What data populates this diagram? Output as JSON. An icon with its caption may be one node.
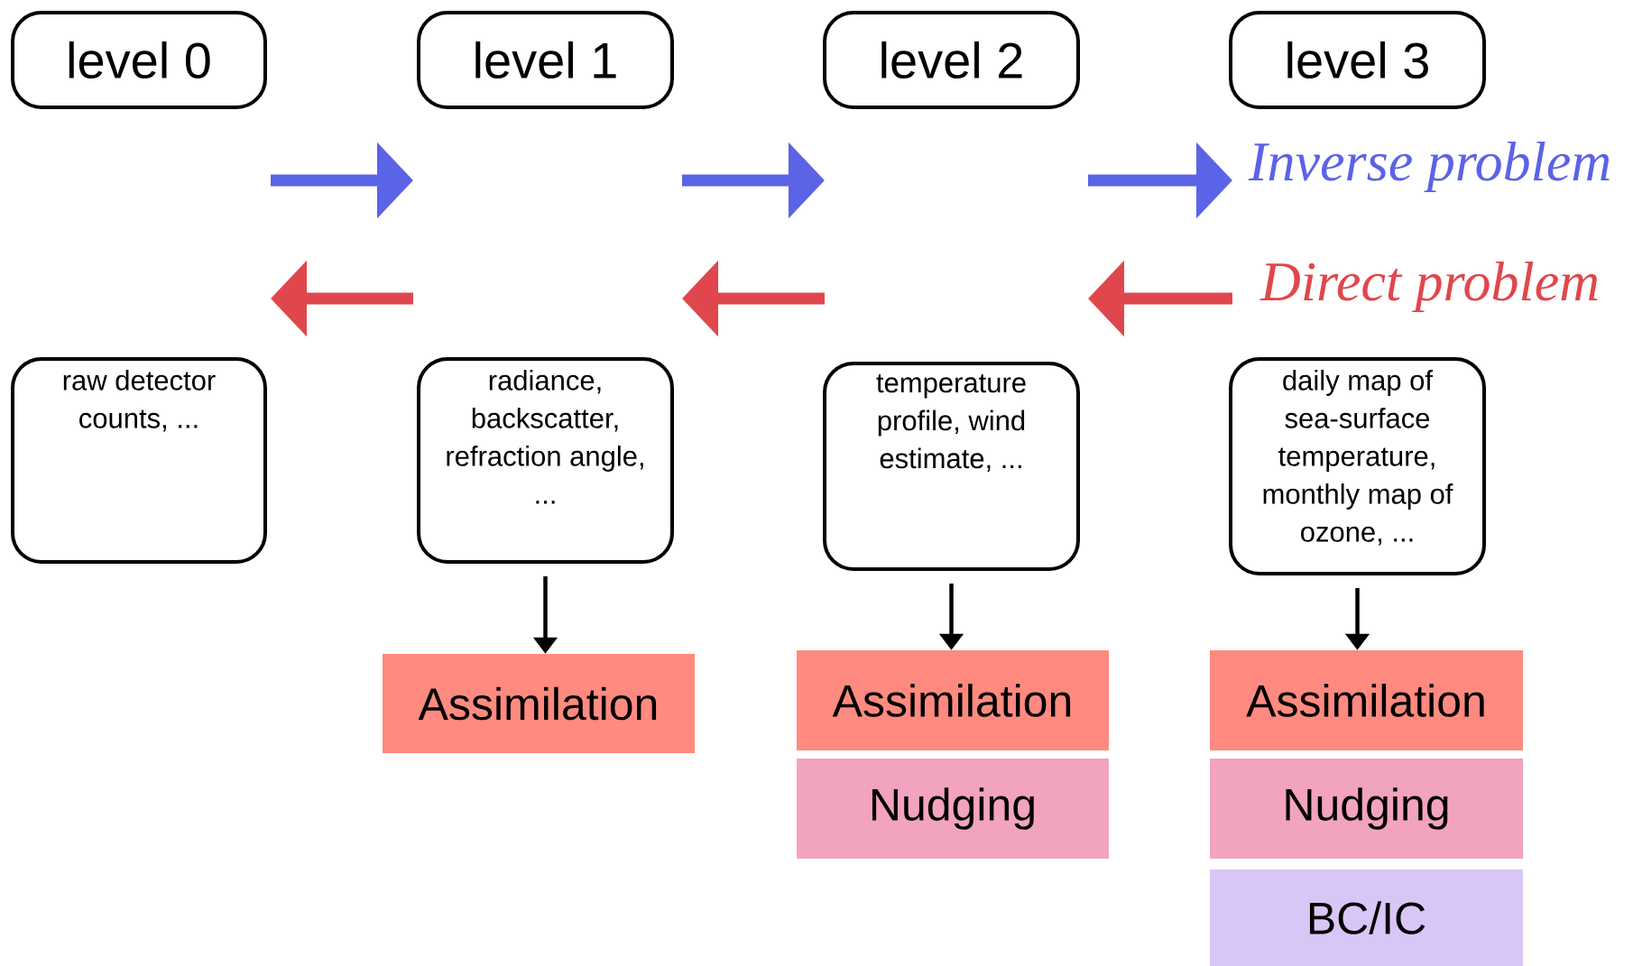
{
  "diagram": {
    "nodes": [
      {
        "text": [
          "level 0"
        ]
      },
      {
        "text": [
          "level 1"
        ]
      },
      {
        "text": [
          "level 2"
        ]
      },
      {
        "text": [
          "level 3"
        ]
      },
      {
        "text": [
          "raw detector counts, ..."
        ]
      },
      {
        "text": [
          "radiance, backscatter, refraction angle, ..."
        ]
      },
      {
        "text": [
          "temperature profile, wind estimate, ..."
        ]
      },
      {
        "text": [
          "daily map of sea-surface temperature, monthly map of ozone, ..."
        ]
      },
      {
        "text": [
          "Assimilation"
        ]
      },
      {
        "text": [
          "Assimilation"
        ]
      },
      {
        "text": [
          "Nudging"
        ]
      },
      {
        "text": [
          "Assimilation"
        ]
      },
      {
        "text": [
          "Nudging"
        ]
      },
      {
        "text": [
          "BC/IC"
        ]
      }
    ],
    "edges": [
      {
        "from": 5,
        "to": 8,
        "arrow": "to"
      },
      {
        "from": 6,
        "to": 9,
        "arrow": "to"
      },
      {
        "from": 7,
        "to": 11,
        "arrow": "to"
      }
    ],
    "labels": [
      "Inverse problem",
      "Direct problem"
    ]
  }
}
